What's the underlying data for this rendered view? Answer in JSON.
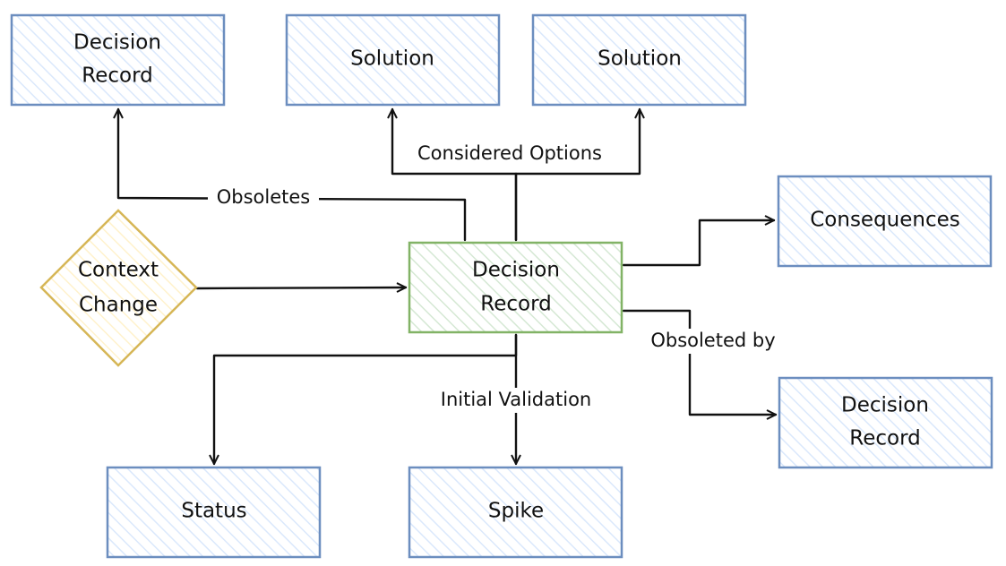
{
  "colors": {
    "blue_stroke": "#6c8ebf",
    "blue_hatch": "#dae8fc",
    "green_stroke": "#82b366",
    "green_hatch": "#d5e8d4",
    "yellow_stroke": "#d6b656",
    "yellow_hatch": "#fff2cc",
    "line": "#111111"
  },
  "nodes": {
    "decision_record_top": {
      "line1": "Decision",
      "line2": "Record"
    },
    "solution_1": {
      "label": "Solution"
    },
    "solution_2": {
      "label": "Solution"
    },
    "consequences": {
      "label": "Consequences"
    },
    "context_change": {
      "line1": "Context",
      "line2": "Change"
    },
    "decision_record_center": {
      "line1": "Decision",
      "line2": "Record"
    },
    "decision_record_obsoleted": {
      "line1": "Decision",
      "line2": "Record"
    },
    "status": {
      "label": "Status"
    },
    "spike": {
      "label": "Spike"
    }
  },
  "edges": {
    "obsoletes": {
      "label": "Obsoletes"
    },
    "considered_options": {
      "label": "Considered Options"
    },
    "obsoleted_by": {
      "label": "Obsoleted by"
    },
    "initial_validation": {
      "label": "Initial Validation"
    }
  }
}
